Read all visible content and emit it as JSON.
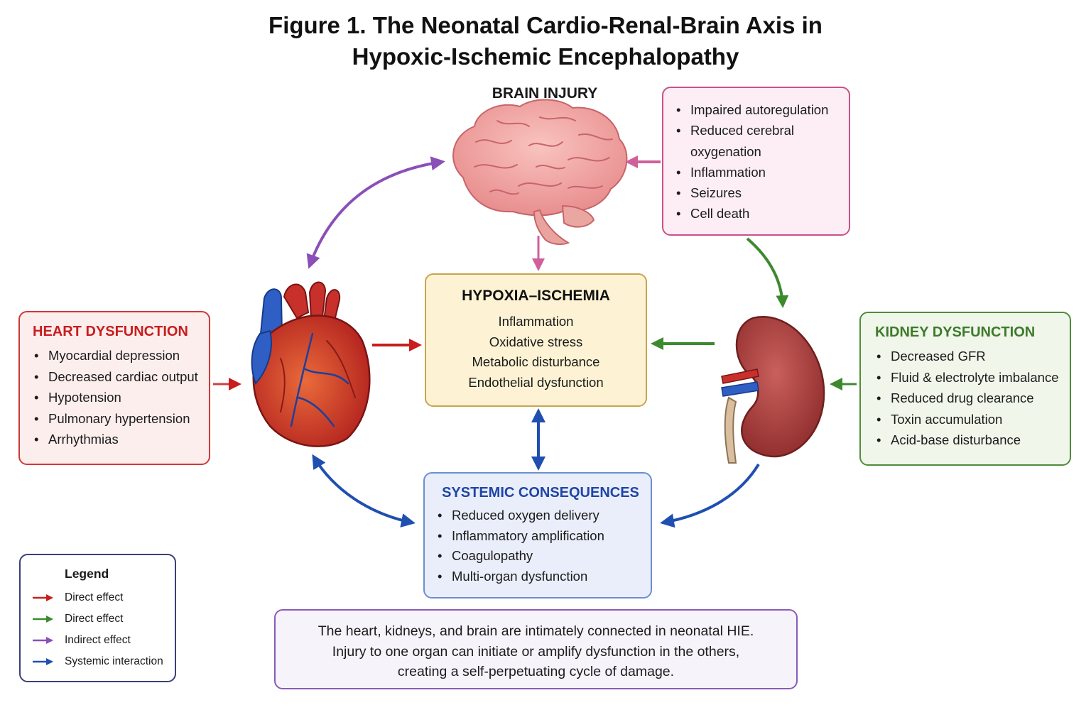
{
  "title": {
    "line1": "Figure 1.  The Neonatal Cardio-Renal-Brain Axis in",
    "line2": "Hypoxic-Ischemic Encephalopathy"
  },
  "brain": {
    "label": "BRAIN INJURY",
    "items": [
      "Impaired autoregulation",
      "Reduced cerebral oxygenation",
      "Inflammation",
      "Seizures",
      "Cell death"
    ]
  },
  "heart": {
    "title": "HEART DYSFUNCTION",
    "items": [
      "Myocardial depression",
      "Decreased cardiac output",
      "Hypotension",
      "Pulmonary hypertension",
      "Arrhythmias"
    ]
  },
  "kidney": {
    "title": "KIDNEY DYSFUNCTION",
    "items": [
      "Decreased GFR",
      "Fluid & electrolyte imbalance",
      "Reduced drug clearance",
      "Toxin accumulation",
      "Acid-base disturbance"
    ]
  },
  "hypoxia": {
    "title": "HYPOXIA–ISCHEMIA",
    "items": [
      "Inflammation",
      "Oxidative stress",
      "Metabolic disturbance",
      "Endothelial dysfunction"
    ]
  },
  "systemic": {
    "title": "SYSTEMIC CONSEQUENCES",
    "items": [
      "Reduced oxygen delivery",
      "Inflammatory amplification",
      "Coagulopathy",
      "Multi-organ dysfunction"
    ]
  },
  "legend": {
    "title": "Legend",
    "items": [
      {
        "label": "Direct effect",
        "color": "#c81e1e"
      },
      {
        "label": "Direct effect",
        "color": "#3d8a2e"
      },
      {
        "label": "Indirect effect",
        "color": "#8a4fb8"
      },
      {
        "label": "Systemic interaction",
        "color": "#1f4fb0"
      }
    ]
  },
  "note": {
    "lines": [
      "The heart, kidneys, and brain are intimately connected in neonatal HIE.",
      "Injury to one organ can initiate or amplify dysfunction in the others,",
      "creating a self-perpetuating cycle of damage."
    ]
  },
  "colors": {
    "red": "#c81e1e",
    "green": "#3d8a2e",
    "purple": "#8a4fb8",
    "blue": "#1f4fb0",
    "pink": "#d0609a"
  }
}
